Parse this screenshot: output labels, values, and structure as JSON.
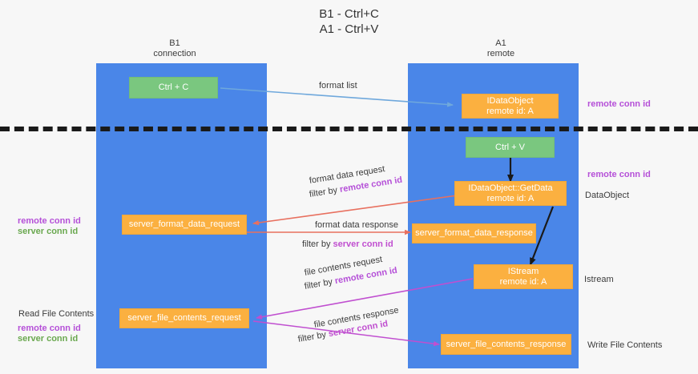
{
  "title": {
    "line1": "B1 - Ctrl+C",
    "line2": "A1 - Ctrl+V"
  },
  "lanes": [
    {
      "id": "b1",
      "title": "B1",
      "subtitle": "connection",
      "color": "#4a86e8"
    },
    {
      "id": "a1",
      "title": "A1",
      "subtitle": "remote",
      "color": "#4a86e8"
    }
  ],
  "colors": {
    "lane": "#4a86e8",
    "green_box": "#7ac77f",
    "orange_box": "#fbb040",
    "remote_conn_id": "#b550d8",
    "server_conn_id": "#6aa84f",
    "arrow_blue": "#6fa8dc",
    "arrow_red": "#e8705f",
    "arrow_magenta": "#c04fd0",
    "arrow_black": "#1a1a1a",
    "divider": "#1a1a1a",
    "background": "#f7f7f7"
  },
  "boxes": {
    "ctrl_c": {
      "line1": "Ctrl + C",
      "line2": ""
    },
    "ctrl_v": {
      "line1": "Ctrl + V",
      "line2": ""
    },
    "idataobject": {
      "line1": "IDataObject",
      "line2": "remote id: A"
    },
    "getdata": {
      "line1": "IDataObject::GetData",
      "line2": "remote id: A"
    },
    "istream": {
      "line1": "IStream",
      "line2": "remote id: A"
    },
    "server_format_data_request": {
      "line1": "server_format_data_request",
      "line2": ""
    },
    "server_format_data_response": {
      "line1": "server_format_data_response",
      "line2": ""
    },
    "server_file_contents_request": {
      "line1": "server_file_contents_request",
      "line2": ""
    },
    "server_file_contents_response": {
      "line1": "server_file_contents_response",
      "line2": ""
    }
  },
  "edge_labels": {
    "format_list": "format list",
    "format_data_request": "format data request",
    "format_data_request_filter_prefix": "filter by ",
    "format_data_request_filter_key": "remote conn id",
    "format_data_response": "format data response",
    "format_data_response_filter_prefix": "filter by ",
    "format_data_response_filter_key": "server conn id",
    "file_contents_request": "file contents request",
    "file_contents_request_filter_prefix": "filter by ",
    "file_contents_request_filter_key": "remote conn id",
    "file_contents_response": "file contents response",
    "file_contents_response_filter_prefix": "filter by ",
    "file_contents_response_filter_key": "server conn id"
  },
  "right_labels": {
    "remote_conn_id_top": "remote conn id",
    "remote_conn_id_mid": "remote conn id",
    "dataobject": "DataObject",
    "istream": "Istream",
    "write_file_contents": "Write File Contents"
  },
  "left_labels": {
    "remote_conn_id_mid": "remote conn id",
    "server_conn_id_mid": "server conn id",
    "read_file_contents": "Read File Contents",
    "remote_conn_id_bottom": "remote conn id",
    "server_conn_id_bottom": "server conn id"
  }
}
